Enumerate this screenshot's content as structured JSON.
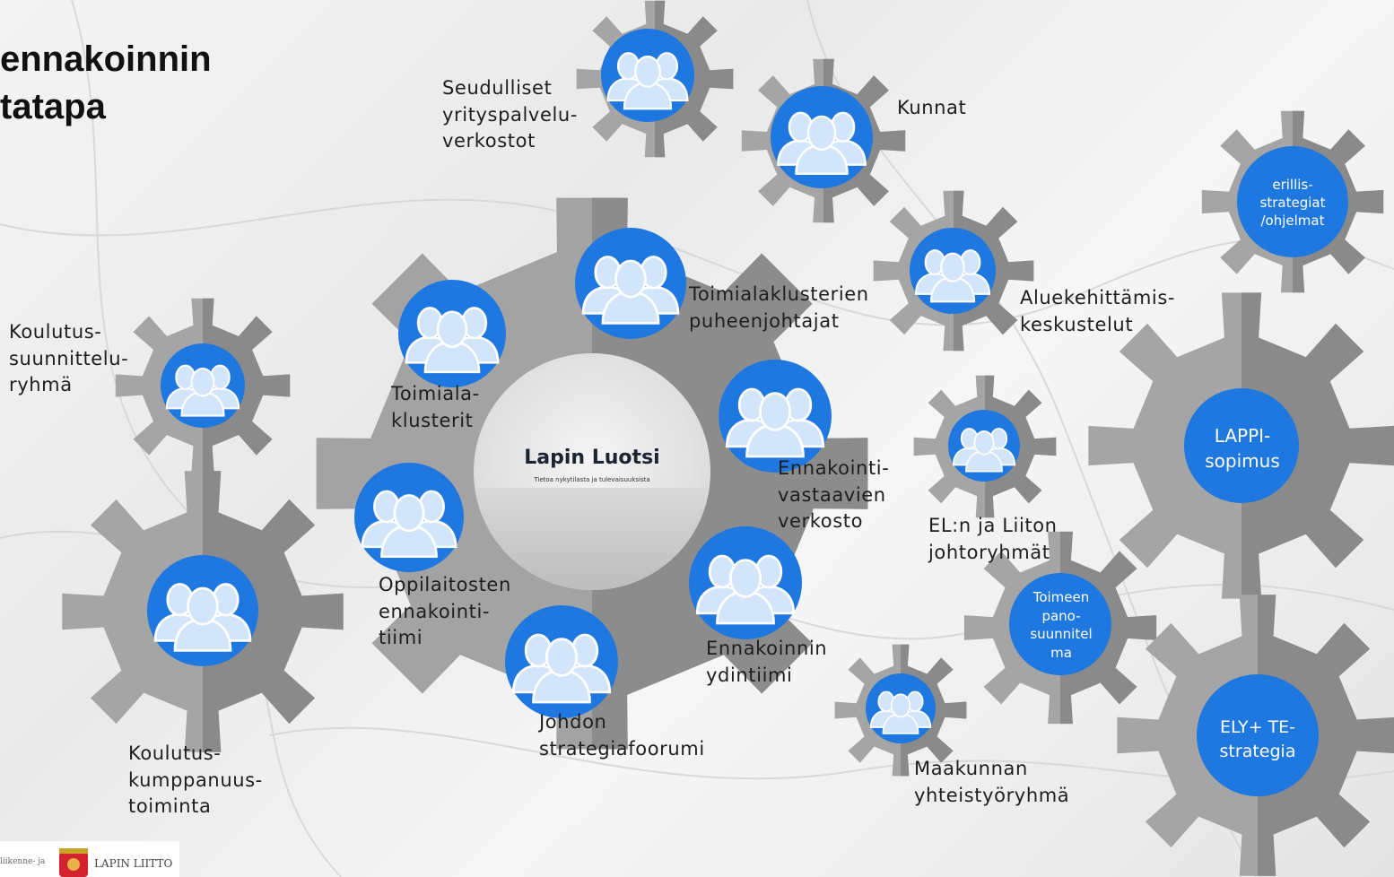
{
  "title_lines": [
    "ennakoinnin",
    "tatapa"
  ],
  "labels": {
    "seudulliset": "Seudulliset\nyrityspalvelu-\nverkostot",
    "kunnat": "Kunnat",
    "toimialaklusterien": "Toimialaklusterien\npuheenjohtajat",
    "aluekehittamis": "Aluekehittämis-\nkeskustelut",
    "koulutus_suunnittelu": "Koulutus-\nsuunnittelu-\nryhmä",
    "toimialaklusterit": "Toimiala-\nklusterit",
    "ennakointivastaavien": "Ennakointi-\nvastaavien\nverkosto",
    "el_liiton": "EL:n ja Liiton\njohtoryhmät",
    "oppilaitosten": "Oppilaitosten\nennakointi-\ntiimi",
    "ennakoinnin_ydin": "Ennakoinnin\nydintiimi",
    "johdon": "Johdon\nstrategiafoorumi",
    "koulutuskumppanuus": "Koulutus-\nkumppanuus-\ntoiminta",
    "maakunnan": "Maakunnan\nyhteistyöryhmä",
    "erillis": "erillis-\nstrategiat\n/ohjelmat",
    "lappi": "LAPPI-\nsopimus",
    "toimeenpano": "Toimeen\npano-\nsuunnitel\nma",
    "ely": "ELY+ TE-\nstrategia"
  },
  "center_logo": {
    "brand": "Lapin Luotsi",
    "tagline": "Tietoa nykytilasta ja tulevaisuuksista"
  },
  "footer": {
    "partial_text": "liikenne- ja",
    "org": "LAPIN LIITTO"
  },
  "colors": {
    "gear_light": "#a5a5a5",
    "gear_dark": "#8a8a8a",
    "gear_center_light": "#a3a3a3",
    "gear_center_dark": "#8c8c8c",
    "accent_blue": "#1f77e0",
    "people_fill": "#d2e5fb",
    "people_stroke": "#ffffff"
  },
  "icons": {
    "people": "people-group-icon",
    "crest": "lapland-crest-icon"
  }
}
